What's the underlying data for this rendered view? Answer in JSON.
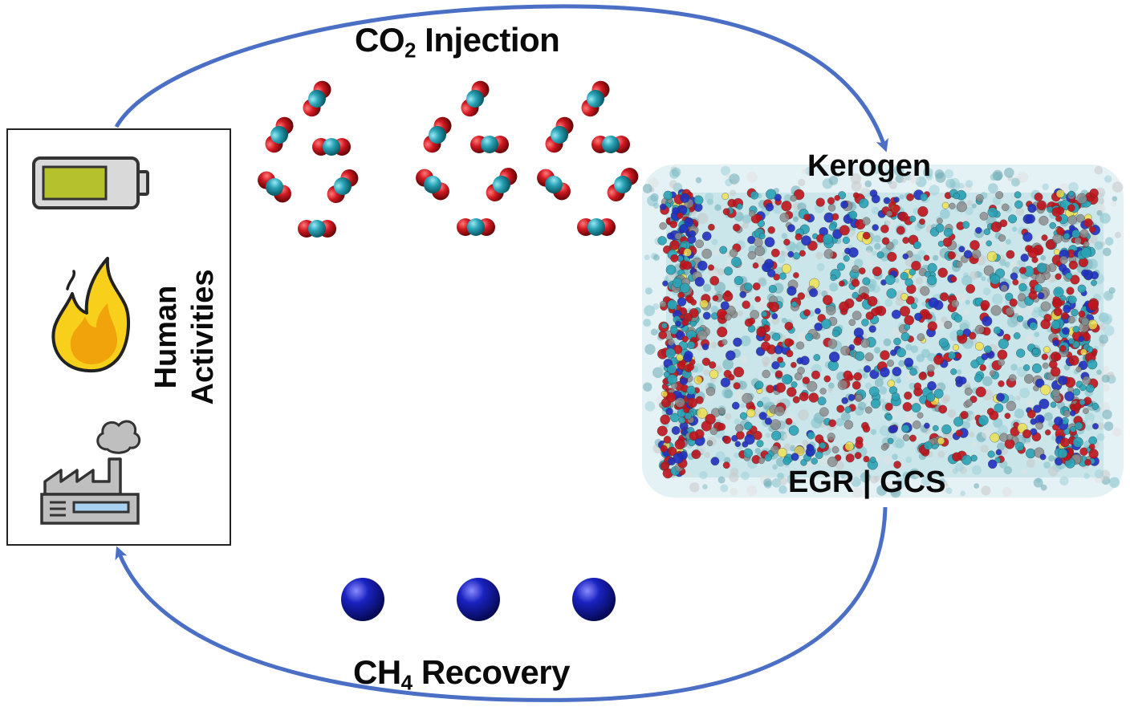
{
  "labels": {
    "injection_prefix": "CO",
    "injection_sub": "2",
    "injection_suffix": " Injection",
    "recovery_prefix": "CH",
    "recovery_sub": "4",
    "recovery_suffix": " Recovery",
    "kerogen": "Kerogen",
    "egr_gcs": "EGR | GCS",
    "human_line1": "Human",
    "human_line2": "Activities"
  },
  "icons": [
    "battery-icon",
    "fire-icon",
    "factory-icon",
    "co2-molecule-icon",
    "methane-molecule-icon",
    "kerogen-structure-icon"
  ],
  "colors": {
    "arrow": "#4a6fc4",
    "oxygen": "#c0141c",
    "carbon": "#2aa3b7",
    "methane": "#0c1aa8",
    "battery_fill": "#b5c22e",
    "flame_outer": "#f8cf1a",
    "flame_inner": "#f0a30a"
  }
}
